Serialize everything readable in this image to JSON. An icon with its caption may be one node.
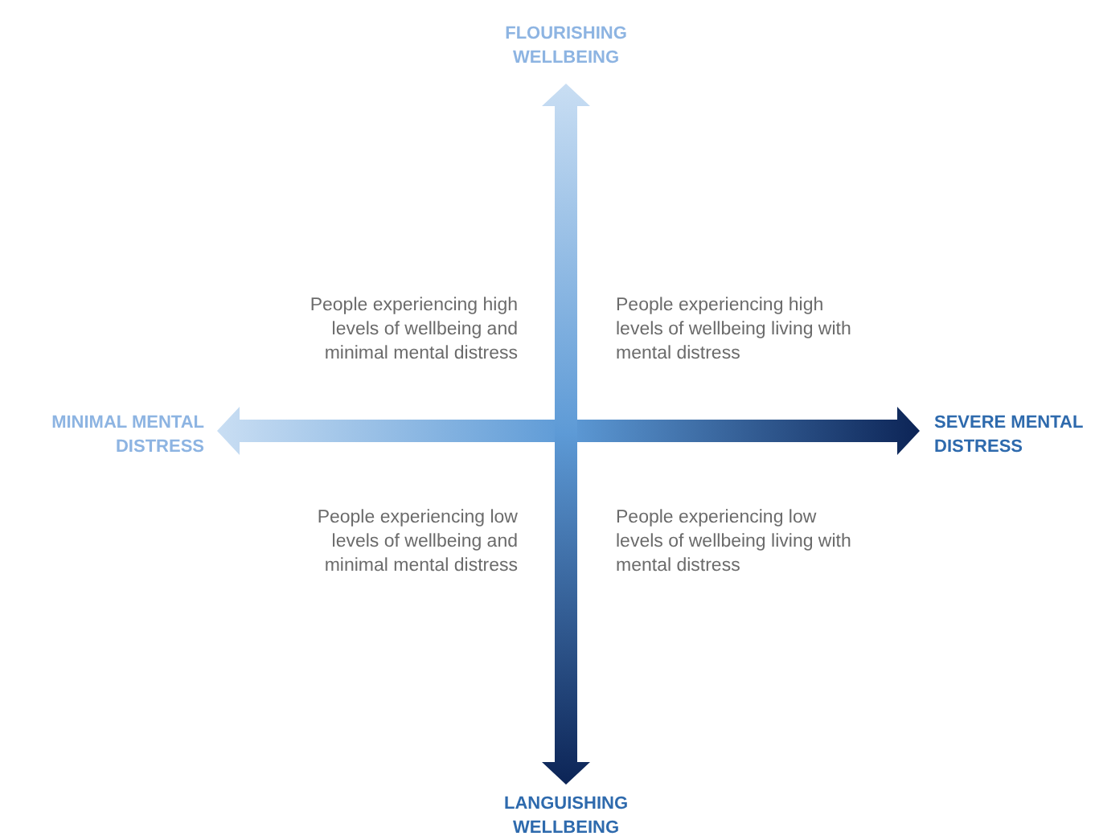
{
  "diagram": {
    "labels": [
      "FLOURISHING WELLBEING",
      "People experiencing high levels of wellbeing and minimal mental distress",
      "People experiencing high levels of wellbeing living with mental distress",
      "MINIMAL MENTAL DISTRESS",
      "SEVERE MENTAL DISTRESS",
      "People experiencing low levels of wellbeing and minimal mental distress",
      "People experiencing low levels of wellbeing living with mental distress",
      "LANGUISHING WELLBEING"
    ]
  }
}
